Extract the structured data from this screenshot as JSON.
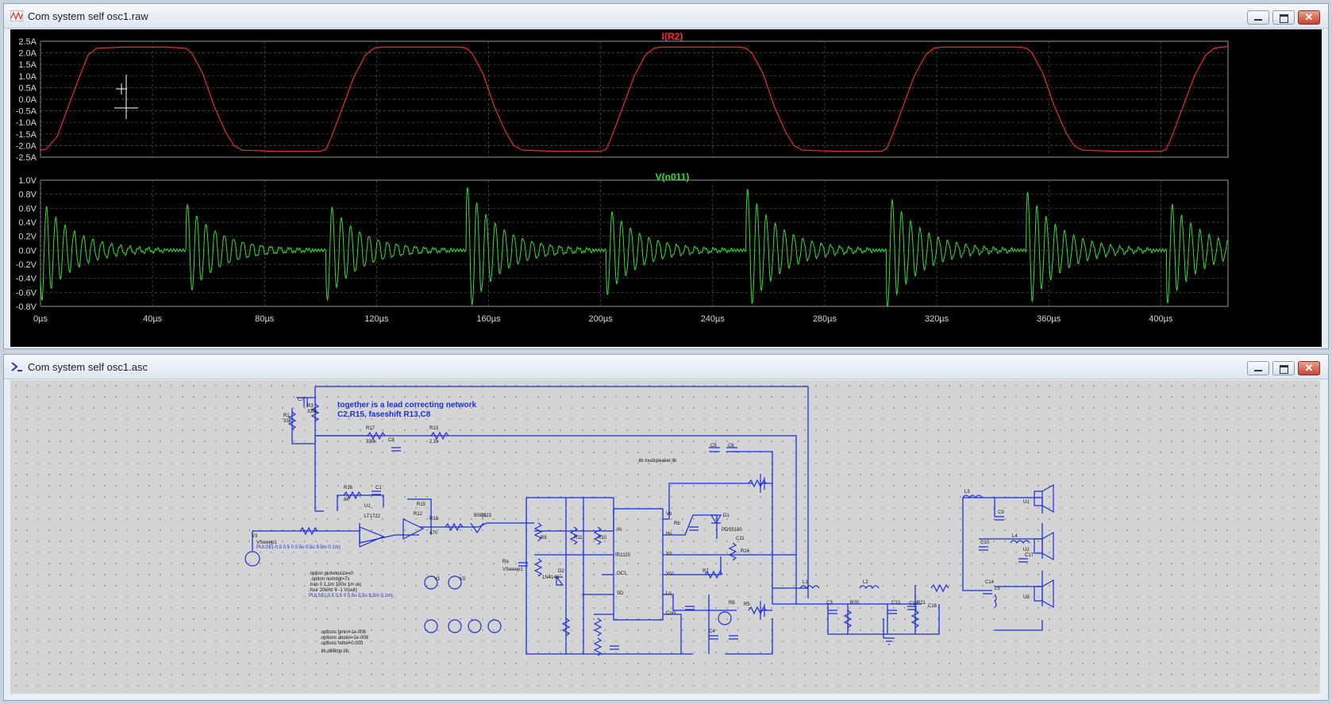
{
  "waveform_window": {
    "title": "Com system self osc1.raw",
    "traces": [
      {
        "name": "I(R2)",
        "color": "#ff3030",
        "yticks": [
          "2.5A",
          "2.0A",
          "1.5A",
          "1.0A",
          "0.5A",
          "0.0A",
          "-0.5A",
          "-1.0A",
          "-1.5A",
          "-2.0A",
          "-2.5A"
        ]
      },
      {
        "name": "V(n011)",
        "color": "#30e030",
        "yticks": [
          "1.0V",
          "0.8V",
          "0.6V",
          "0.4V",
          "0.2V",
          "0.0V",
          "-0.2V",
          "-0.4V",
          "-0.6V",
          "-0.8V"
        ]
      }
    ],
    "xticks": [
      "0µs",
      "40µs",
      "80µs",
      "120µs",
      "160µs",
      "200µs",
      "240µs",
      "280µs",
      "320µs",
      "360µs",
      "400µs"
    ]
  },
  "chart_data": [
    {
      "type": "line",
      "title": "I(R2)",
      "xlim": [
        0,
        424
      ],
      "ylim": [
        -2.5,
        2.5
      ],
      "xlabel": "",
      "ylabel": "",
      "series": [
        {
          "name": "I(R2)",
          "x": [
            0,
            2,
            6,
            10,
            14,
            17,
            20,
            30,
            45,
            52,
            54,
            58,
            62,
            66,
            69,
            72,
            85,
            100,
            102,
            104,
            108,
            112,
            116,
            119,
            122,
            135,
            150,
            152,
            154,
            158,
            162,
            166,
            169,
            172,
            185,
            200,
            202,
            204,
            208,
            212,
            216,
            219,
            222,
            235,
            250,
            252,
            254,
            258,
            262,
            266,
            269,
            272,
            285,
            300,
            302,
            304,
            308,
            312,
            316,
            319,
            322,
            335,
            350,
            352,
            354,
            358,
            362,
            366,
            369,
            372,
            385,
            400,
            402,
            404,
            408,
            412,
            416,
            419,
            422,
            424
          ],
          "y": [
            -2.2,
            -2.15,
            -1.6,
            -0.3,
            1.0,
            1.9,
            2.2,
            2.25,
            2.25,
            2.2,
            2.0,
            1.1,
            -0.3,
            -1.4,
            -2.0,
            -2.2,
            -2.25,
            -2.25,
            -2.15,
            -1.6,
            -0.3,
            1.0,
            1.9,
            2.2,
            2.25,
            2.25,
            2.25,
            2.2,
            2.0,
            1.1,
            -0.3,
            -1.4,
            -2.0,
            -2.2,
            -2.25,
            -2.25,
            -2.15,
            -1.6,
            -0.3,
            1.0,
            1.9,
            2.2,
            2.25,
            2.25,
            2.25,
            2.2,
            2.0,
            1.1,
            -0.3,
            -1.4,
            -2.0,
            -2.2,
            -2.25,
            -2.25,
            -2.15,
            -1.6,
            -0.3,
            1.0,
            1.9,
            2.2,
            2.25,
            2.25,
            2.25,
            2.2,
            2.0,
            1.1,
            -0.3,
            -1.4,
            -2.0,
            -2.2,
            -2.25,
            -2.25,
            -2.15,
            -1.6,
            -0.3,
            1.0,
            1.9,
            2.2,
            2.25,
            2.28
          ]
        }
      ]
    },
    {
      "type": "line",
      "title": "V(n011)",
      "xlim": [
        0,
        424
      ],
      "ylim": [
        -0.8,
        1.0
      ],
      "xlabel": "",
      "ylabel": "",
      "series": [
        {
          "name": "V(n011)",
          "ringing_start": [
            0,
            52,
            102,
            152,
            202,
            252,
            302,
            352,
            402
          ],
          "peak_amplitude": [
            0.7,
            0.65,
            0.7,
            0.88,
            0.62,
            0.85,
            0.8,
            0.8,
            0.72
          ],
          "first_sign": [
            -1,
            1,
            -1,
            1,
            -1,
            1,
            -1,
            1,
            -1
          ],
          "ring_period_us": 3.3,
          "decay_us": 12,
          "baseline_ripple": 0.02
        }
      ]
    }
  ],
  "schematic_window": {
    "title": "Com system self osc1.asc",
    "annotation_line1": "together is a lead correcting network",
    "annotation_line2": "C2,R15, faseshift R13,C8",
    "labels": [
      "C7",
      "R3",
      "R1",
      "330k",
      "33k",
      "R17",
      "330k",
      "R13",
      "2.2k",
      "C8",
      "R16",
      "C1",
      "8k",
      "U1",
      "LT1722",
      "R12",
      "R15",
      "R18",
      "470",
      "BSS123",
      "Q1",
      "V1",
      "V2",
      "V3",
      "VSweep1",
      "Ra",
      "Rb",
      "C11",
      "R24",
      "R6",
      "R7",
      "R5",
      "C4",
      "C5",
      "C6",
      "C3",
      "L1",
      "L2",
      "L3",
      "L4",
      "L5",
      "R20",
      "R21",
      "C10",
      "C13",
      "C14",
      "C15",
      "C16",
      "C17",
      "C9",
      "R8",
      "R11",
      "R10",
      "D1",
      "D2",
      "1N4148",
      "IR2110",
      "Vb",
      "Ho",
      "Vs",
      "Vcc",
      "Lo",
      "Com",
      "IN",
      "OC1",
      "SD",
      "PDS5100",
      "U1",
      "U2",
      "U3"
    ],
    "spice_directives": [
      ".option plotwinsize=0",
      ".option numdgt=7s",
      ".tran 0 1.1m 100u 1m uic",
      ".four 20kHz 6 -1 V(out)",
      "PULSE(-0.5 0.5 0 0.5u 0.5u 9.5m 0.1m)",
      ".options gmin=1e-008",
      ".options abstol=1e-008",
      ".options reltol=0.003",
      ".lib dill8mp.lib"
    ],
    "lib_directive": ".lib loudspeaker.lib",
    "vsweep_label": "PULSE(-0.5 0.5 0 0.5u 0.5u 9.5m 0.1m)"
  }
}
